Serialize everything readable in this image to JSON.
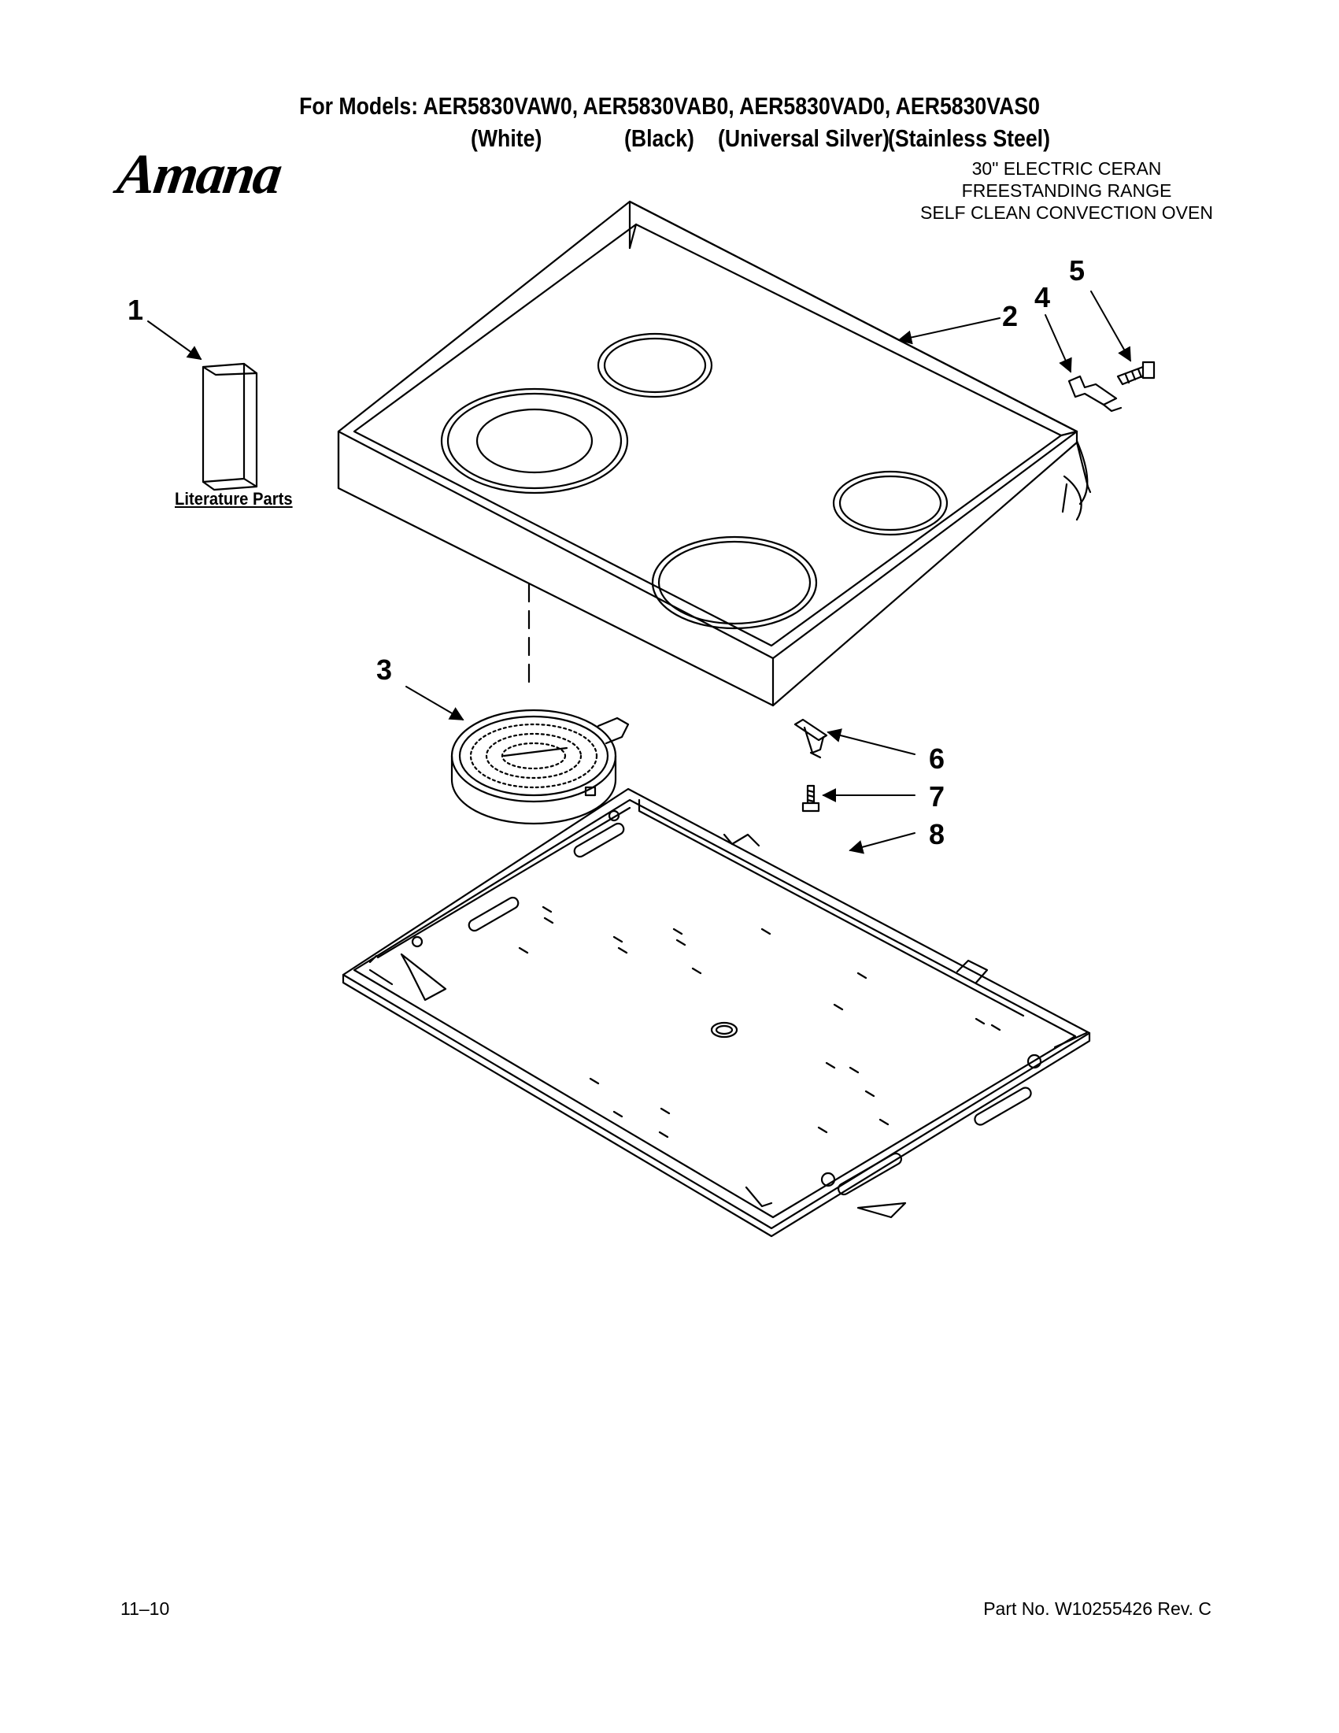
{
  "header": {
    "models_line": "For Models: AER5830VAW0, AER5830VAB0, AER5830VAD0, AER5830VAS0",
    "variants": [
      "(White)",
      "(Black)",
      "(Universal Silver)",
      "(Stainless Steel)"
    ]
  },
  "brand": {
    "logo_text": "Amana"
  },
  "description": [
    "30\" ELECTRIC CERAN",
    "FREESTANDING RANGE",
    "SELF CLEAN CONVECTION OVEN"
  ],
  "literature_label": "Literature Parts",
  "callouts": [
    "1",
    "2",
    "3",
    "4",
    "5",
    "6",
    "7",
    "8"
  ],
  "footer": {
    "date_code": "11–10",
    "part_no": "Part No. W10255426 Rev. C"
  }
}
